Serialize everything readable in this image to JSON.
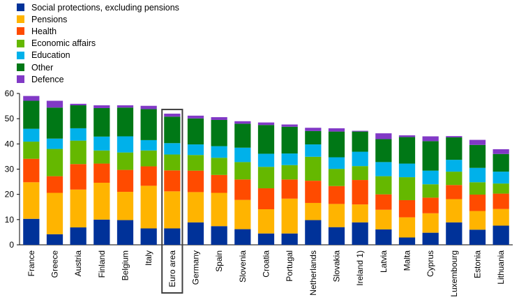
{
  "chart_data": {
    "type": "bar",
    "stacked": true,
    "categories": [
      "France",
      "Greece",
      "Austria",
      "Finland",
      "Belgium",
      "Italy",
      "Euro area",
      "Germany",
      "Spain",
      "Slovenia",
      "Croatia",
      "Portugal",
      "Netherlands",
      "Slovakia",
      "Ireland 1)",
      "Latvia",
      "Malta",
      "Cyprus",
      "Luxembourg",
      "Estonia",
      "Lithuania"
    ],
    "highlight": "Euro area",
    "ylim": [
      0,
      60
    ],
    "yticks": [
      0,
      10,
      20,
      30,
      40,
      50,
      60
    ],
    "grid": false,
    "legend_position": "top-left",
    "series": [
      {
        "name": "Social protections, excluding pensions",
        "color": "#003299",
        "values": [
          10.3,
          4.2,
          6.9,
          10.0,
          9.8,
          6.5,
          6.5,
          8.9,
          7.4,
          6.2,
          4.5,
          4.5,
          9.8,
          7.0,
          8.9,
          6.1,
          2.9,
          4.8,
          8.9,
          6.0,
          7.6
        ]
      },
      {
        "name": "Pensions",
        "color": "#FFB400",
        "values": [
          14.5,
          16.4,
          15.0,
          14.6,
          11.2,
          16.9,
          14.7,
          12.0,
          13.2,
          11.6,
          9.6,
          13.8,
          6.8,
          9.2,
          7.1,
          7.8,
          8.0,
          7.7,
          9.2,
          7.4,
          6.6
        ]
      },
      {
        "name": "Health",
        "color": "#FF4B00",
        "values": [
          9.3,
          6.6,
          10.1,
          7.6,
          8.7,
          7.7,
          8.3,
          8.5,
          7.1,
          8.1,
          8.3,
          7.6,
          8.8,
          7.1,
          9.7,
          6.1,
          6.8,
          6.2,
          5.6,
          6.5,
          6.1
        ]
      },
      {
        "name": "Economic affairs",
        "color": "#65B800",
        "values": [
          6.8,
          10.8,
          9.3,
          5.2,
          6.9,
          6.3,
          6.3,
          6.2,
          6.8,
          6.9,
          8.5,
          5.7,
          9.5,
          6.8,
          5.5,
          7.2,
          9.1,
          5.3,
          5.3,
          4.9,
          4.0
        ]
      },
      {
        "name": "Education",
        "color": "#00B1EA",
        "values": [
          5.1,
          4.1,
          4.9,
          5.5,
          6.4,
          4.1,
          4.5,
          4.2,
          4.6,
          5.7,
          5.2,
          4.6,
          4.9,
          4.6,
          5.7,
          5.6,
          5.4,
          5.4,
          4.7,
          5.7,
          4.7
        ]
      },
      {
        "name": "Other",
        "color": "#007816",
        "values": [
          11.1,
          12.3,
          9.1,
          11.3,
          11.4,
          12.3,
          10.5,
          10.3,
          10.4,
          9.5,
          11.4,
          10.6,
          5.3,
          10.2,
          8.0,
          9.1,
          10.5,
          11.7,
          8.9,
          9.1,
          7.0
        ]
      },
      {
        "name": "Defence",
        "color": "#8139C6",
        "values": [
          1.9,
          2.7,
          0.6,
          1.1,
          0.9,
          1.3,
          1.2,
          1.1,
          1.1,
          1.0,
          1.0,
          0.9,
          1.3,
          1.3,
          0.3,
          2.3,
          0.7,
          1.9,
          0.5,
          2.0,
          1.9
        ]
      }
    ]
  }
}
